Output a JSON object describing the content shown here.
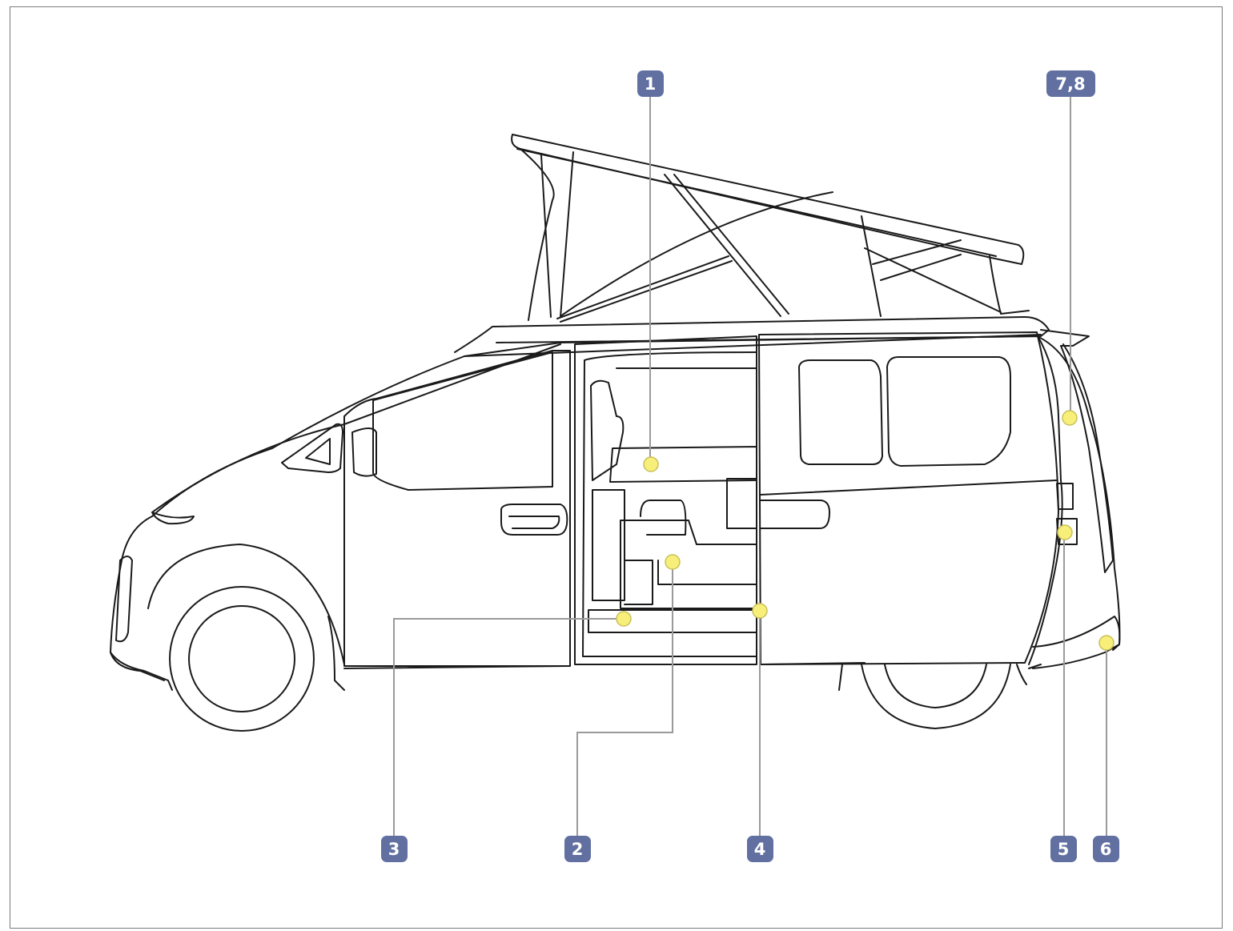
{
  "callouts": [
    {
      "id": "c1",
      "label": "1"
    },
    {
      "id": "c78",
      "label": "7,8"
    },
    {
      "id": "c3",
      "label": "3"
    },
    {
      "id": "c2",
      "label": "2"
    },
    {
      "id": "c4",
      "label": "4"
    },
    {
      "id": "c5",
      "label": "5"
    },
    {
      "id": "c6",
      "label": "6"
    }
  ],
  "colors": {
    "badge": "#6170a0",
    "marker": "#f7ef7a",
    "leader": "#9a9a9a",
    "outline": "#1a1a1a"
  }
}
